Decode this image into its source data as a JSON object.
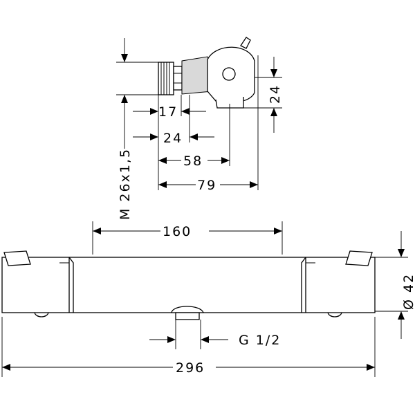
{
  "dimensions": {
    "d17": "17",
    "d24_small": "24",
    "d58": "58",
    "d79": "79",
    "d24_side": "24",
    "thread": "M 26x1,5",
    "d160": "160",
    "dia42": "Ø 42",
    "g12": "G 1/2",
    "d296": "296"
  }
}
